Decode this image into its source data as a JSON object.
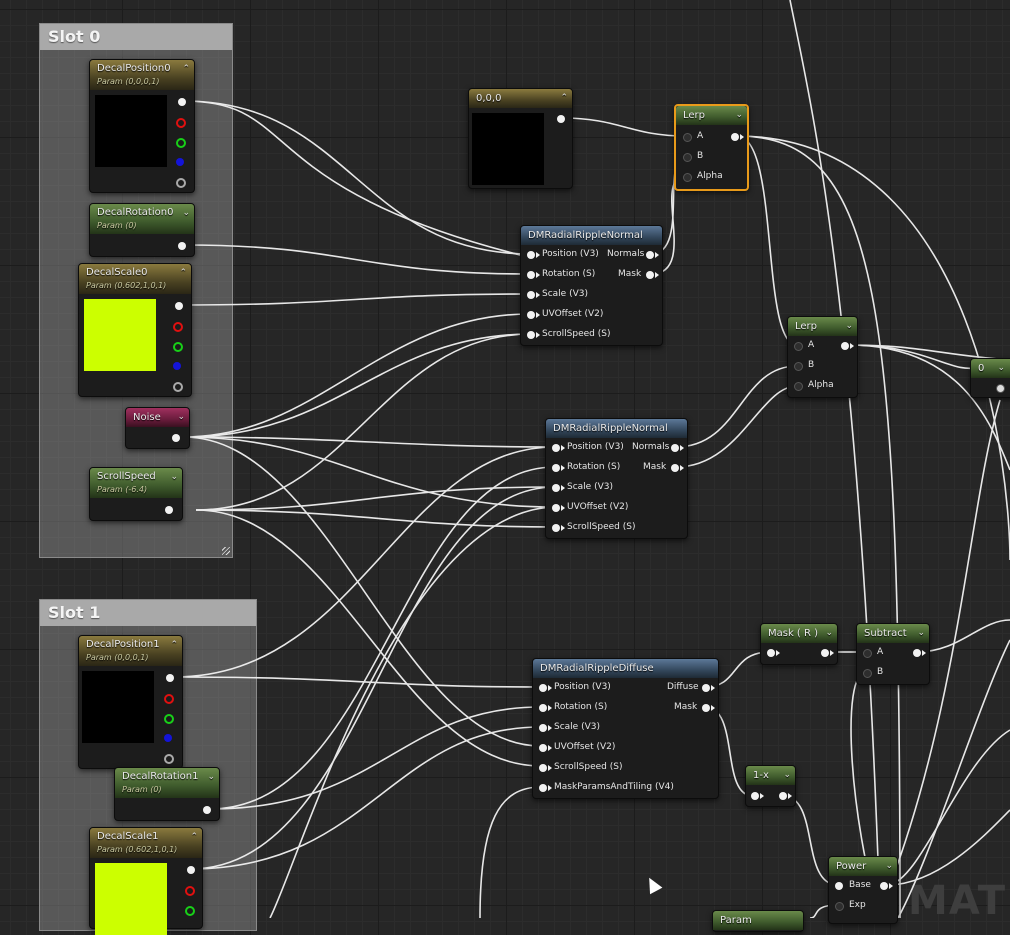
{
  "comments": [
    {
      "id": "slot0",
      "title": "Slot 0"
    },
    {
      "id": "slot1",
      "title": "Slot 1"
    }
  ],
  "nodes": {
    "decal_position0": {
      "title": "DecalPosition0",
      "sub": "Param (0,0,0,1)"
    },
    "decal_rotation0": {
      "title": "DecalRotation0",
      "sub": "Param (0)"
    },
    "decal_scale0": {
      "title": "DecalScale0",
      "sub": "Param (0.602,1,0,1)"
    },
    "noise": {
      "title": "Noise"
    },
    "scroll_speed": {
      "title": "ScrollSpeed",
      "sub": "Param (-6.4)"
    },
    "const_000": {
      "title": "0,0,0"
    },
    "lerp1": {
      "title": "Lerp",
      "pins": [
        "A",
        "B",
        "Alpha"
      ]
    },
    "lerp2": {
      "title": "Lerp",
      "pins": [
        "A",
        "B",
        "Alpha"
      ]
    },
    "ripple_normal1": {
      "title": "DMRadialRippleNormal",
      "inputs": [
        "Position (V3)",
        "Rotation (S)",
        "Scale (V3)",
        "UVOffset (V2)",
        "ScrollSpeed (S)"
      ],
      "outputs": [
        "Normals",
        "Mask"
      ]
    },
    "ripple_normal2": {
      "title": "DMRadialRippleNormal",
      "inputs": [
        "Position (V3)",
        "Rotation (S)",
        "Scale (V3)",
        "UVOffset (V2)",
        "ScrollSpeed (S)"
      ],
      "outputs": [
        "Normals",
        "Mask"
      ]
    },
    "const_0": {
      "title": "0"
    },
    "decal_position1": {
      "title": "DecalPosition1",
      "sub": "Param (0,0,0,1)"
    },
    "decal_rotation1": {
      "title": "DecalRotation1",
      "sub": "Param (0)"
    },
    "decal_scale1": {
      "title": "DecalScale1",
      "sub": "Param (0.602,1,0,1)"
    },
    "ripple_diffuse": {
      "title": "DMRadialRippleDiffuse",
      "inputs": [
        "Position (V3)",
        "Rotation (S)",
        "Scale (V3)",
        "UVOffset (V2)",
        "ScrollSpeed (S)",
        "MaskParamsAndTiling (V4)"
      ],
      "outputs": [
        "Diffuse",
        "Mask"
      ]
    },
    "mask_r": {
      "title": "Mask ( R )"
    },
    "subtract": {
      "title": "Subtract",
      "pins": [
        "A",
        "B"
      ]
    },
    "one_minus_x": {
      "title": "1-x"
    },
    "power": {
      "title": "Power",
      "pins": [
        "Base",
        "Exp"
      ]
    },
    "param_bottom": {
      "title": "Param"
    }
  },
  "colors": {
    "swatch_black": "#000000",
    "swatch_scale": "#ccff00",
    "selection": "#e89a1a",
    "wire": "#f2f2f2"
  },
  "watermark": "MAT"
}
